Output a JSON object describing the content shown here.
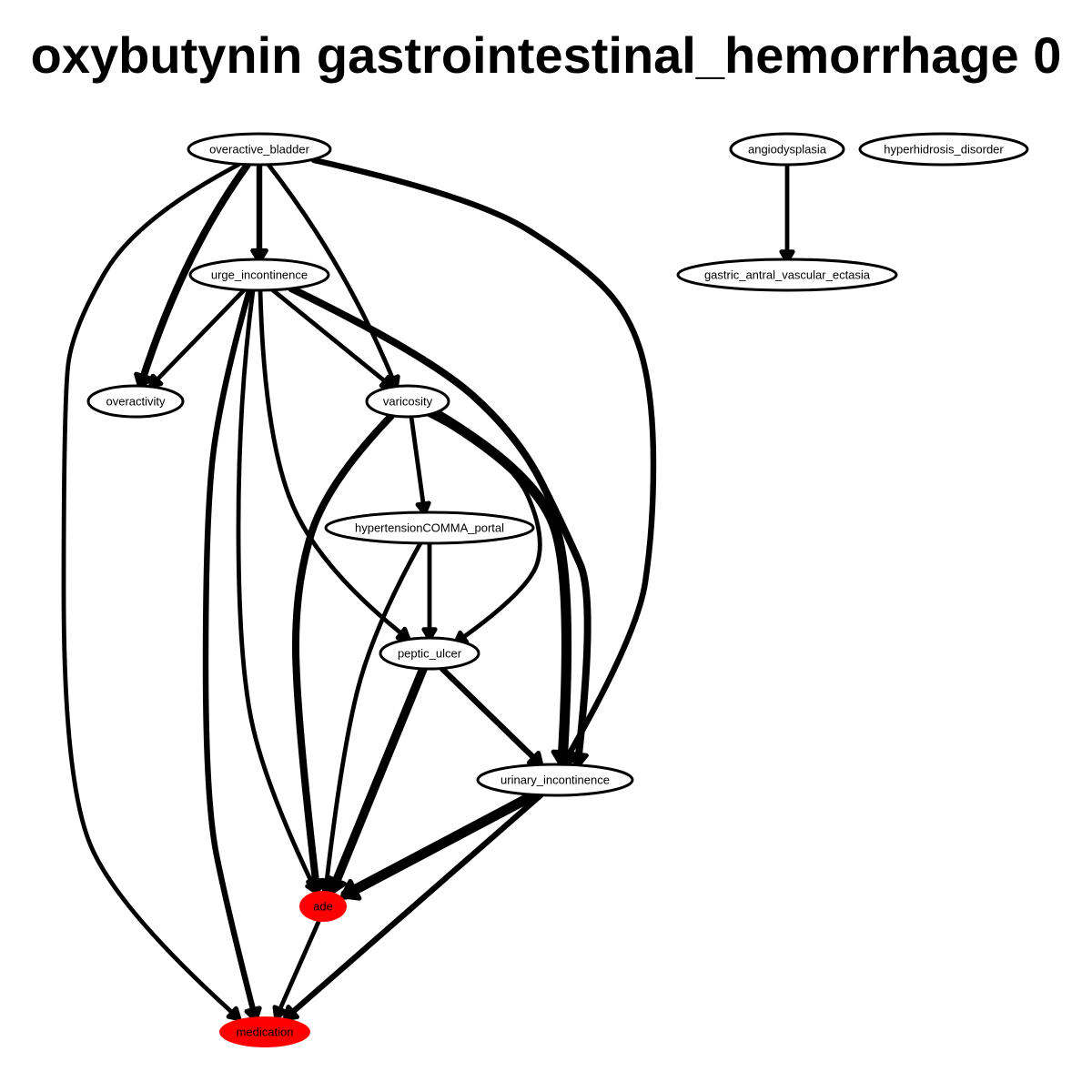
{
  "title": "oxybutynin gastrointestinal_hemorrhage 0",
  "colors": {
    "edge": "#000000",
    "node_fill": "#ffffff",
    "highlight_fill": "#ff0000",
    "node_stroke": "#000000"
  },
  "nodes": [
    {
      "id": "overactive_bladder",
      "label": "overactive_bladder",
      "highlight": false
    },
    {
      "id": "angiodysplasia",
      "label": "angiodysplasia",
      "highlight": false
    },
    {
      "id": "hyperhidrosis_disorder",
      "label": "hyperhidrosis_disorder",
      "highlight": false
    },
    {
      "id": "urge_incontinence",
      "label": "urge_incontinence",
      "highlight": false
    },
    {
      "id": "gastric_antral_vascular_ectasia",
      "label": "gastric_antral_vascular_ectasia",
      "highlight": false
    },
    {
      "id": "overactivity",
      "label": "overactivity",
      "highlight": false
    },
    {
      "id": "varicosity",
      "label": "varicosity",
      "highlight": false
    },
    {
      "id": "hypertensionCOMMA_portal",
      "label": "hypertensionCOMMA_portal",
      "highlight": false
    },
    {
      "id": "peptic_ulcer",
      "label": "peptic_ulcer",
      "highlight": false
    },
    {
      "id": "urinary_incontinence",
      "label": "urinary_incontinence",
      "highlight": false
    },
    {
      "id": "ade",
      "label": "ade",
      "highlight": true
    },
    {
      "id": "medication",
      "label": "medication",
      "highlight": true
    }
  ],
  "edges": [
    {
      "from": "overactive_bladder",
      "to": "urge_incontinence",
      "weight": 3
    },
    {
      "from": "overactive_bladder",
      "to": "overactivity",
      "weight": 4
    },
    {
      "from": "overactive_bladder",
      "to": "varicosity",
      "weight": 2
    },
    {
      "from": "overactive_bladder",
      "to": "urinary_incontinence",
      "weight": 3
    },
    {
      "from": "overactive_bladder",
      "to": "medication",
      "weight": 2
    },
    {
      "from": "angiodysplasia",
      "to": "gastric_antral_vascular_ectasia",
      "weight": 2
    },
    {
      "from": "urge_incontinence",
      "to": "overactivity",
      "weight": 2
    },
    {
      "from": "urge_incontinence",
      "to": "varicosity",
      "weight": 2
    },
    {
      "from": "urge_incontinence",
      "to": "urinary_incontinence",
      "weight": 4
    },
    {
      "from": "urge_incontinence",
      "to": "peptic_ulcer",
      "weight": 2
    },
    {
      "from": "urge_incontinence",
      "to": "ade",
      "weight": 2
    },
    {
      "from": "urge_incontinence",
      "to": "medication",
      "weight": 3
    },
    {
      "from": "varicosity",
      "to": "hypertensionCOMMA_portal",
      "weight": 2
    },
    {
      "from": "varicosity",
      "to": "peptic_ulcer",
      "weight": 2
    },
    {
      "from": "varicosity",
      "to": "ade",
      "weight": 4
    },
    {
      "from": "varicosity",
      "to": "urinary_incontinence",
      "weight": 6
    },
    {
      "from": "hypertensionCOMMA_portal",
      "to": "peptic_ulcer",
      "weight": 2
    },
    {
      "from": "hypertensionCOMMA_portal",
      "to": "ade",
      "weight": 2
    },
    {
      "from": "peptic_ulcer",
      "to": "ade",
      "weight": 5
    },
    {
      "from": "peptic_ulcer",
      "to": "urinary_incontinence",
      "weight": 3
    },
    {
      "from": "urinary_incontinence",
      "to": "ade",
      "weight": 6
    },
    {
      "from": "urinary_incontinence",
      "to": "medication",
      "weight": 3
    },
    {
      "from": "ade",
      "to": "medication",
      "weight": 2
    }
  ]
}
